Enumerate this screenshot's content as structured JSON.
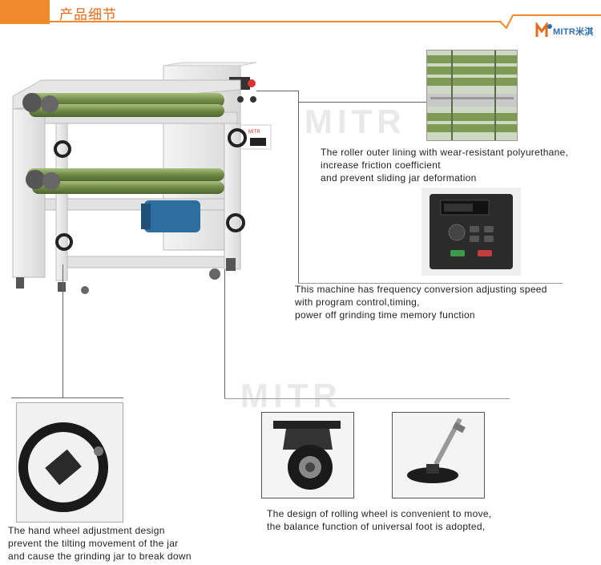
{
  "header": {
    "title": "产品细节"
  },
  "logo": {
    "text": "MITR米淇",
    "accent": "#2f6fb3"
  },
  "colors": {
    "accent": "#f08a2c",
    "roller": "#7f9a55",
    "frame": "#e8e8e8"
  },
  "machine": {
    "panel_brand": "MITR"
  },
  "captions": {
    "roller": [
      "The  roller outer lining with wear-resistant polyurethane,",
      "increase friction coefficient",
      "and prevent sliding jar deformation"
    ],
    "frequency": [
      "This machine has frequency conversion adjusting speed",
      "with program control,timing,",
      "power off grinding time memory function"
    ],
    "handwheel": [
      "The hand wheel adjustment design",
      "prevent the tilting movement of the jar",
      "and cause the grinding jar to break down"
    ],
    "wheels": [
      "The design of rolling wheel is convenient to move,",
      "the balance function of universal foot is adopted,"
    ]
  },
  "icons": {
    "logo": "mitr-logo-icon",
    "handwheel": "handwheel-icon",
    "caster": "caster-wheel-icon",
    "foot": "leveling-foot-icon"
  }
}
